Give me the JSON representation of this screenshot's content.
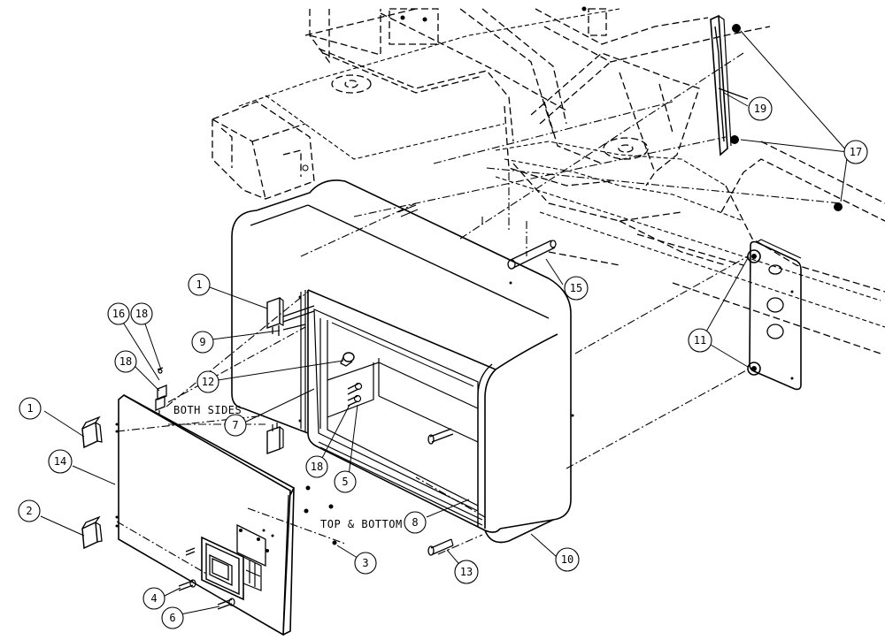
{
  "notes": {
    "both_sides": "BOTH SIDES",
    "top_bottom": "TOP & BOTTOM"
  },
  "callouts": {
    "c1a": "1",
    "c1b": "1",
    "c2": "2",
    "c3": "3",
    "c4": "4",
    "c5": "5",
    "c6": "6",
    "c7": "7",
    "c8": "8",
    "c9": "9",
    "c10": "10",
    "c11": "11",
    "c12": "12",
    "c13": "13",
    "c14": "14",
    "c15": "15",
    "c16": "16",
    "c17": "17",
    "c18a": "18",
    "c18b": "18",
    "c18c": "18",
    "c19": "19"
  }
}
